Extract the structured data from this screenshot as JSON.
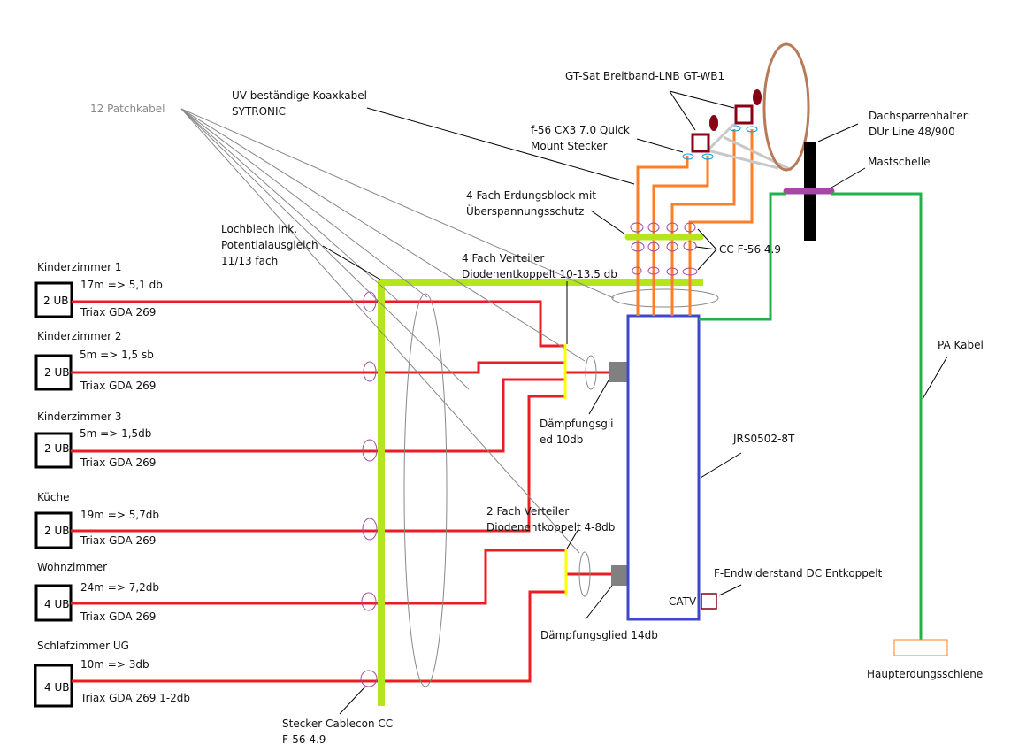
{
  "diagram_title": "SAT-Anlage Verkabelung",
  "colors": {
    "coax_room": "#ec1c24",
    "coax_lnb": "#ff7f27",
    "ground_bar": "#b5e61d",
    "multiswitch": "#3f48cc",
    "pa_cable": "#22b14c",
    "splitter": "#ffff00",
    "attenuator": "#808080",
    "connector": "#a349a4",
    "lnb": "#880015",
    "dish": "#b97a57",
    "mast": "#000000",
    "clamp": "#a349a4",
    "quick_mount": "#00a2e8",
    "main_ground": "#ff7f27"
  },
  "rooms": [
    {
      "name": "Kinderzimmer 1",
      "outlet": "2 UB",
      "cable_length_loss": "17m => 5,1 db",
      "socket": "Triax GDA 269"
    },
    {
      "name": "Kinderzimmer 2",
      "outlet": "2 UB",
      "cable_length_loss": "5m => 1,5 sb",
      "socket": "Triax GDA 269"
    },
    {
      "name": "Kinderzimmer 3",
      "outlet": "2 UB",
      "cable_length_loss": "5m => 1,5db",
      "socket": "Triax GDA 269"
    },
    {
      "name": "Küche",
      "outlet": "2 UB",
      "cable_length_loss": "19m => 5,7db",
      "socket": "Triax GDA 269"
    },
    {
      "name": "Wohnzimmer",
      "outlet": "4 UB",
      "cable_length_loss": "24m => 7,2db",
      "socket": "Triax GDA 269"
    },
    {
      "name": "Schlafzimmer UG",
      "outlet": "4 UB",
      "cable_length_loss": "10m => 3db",
      "socket": "Triax GDA 269 1-2db"
    }
  ],
  "labels": {
    "patch_cables": "12 Patchkabel",
    "uv_coax_line1": "UV beständige Koaxkabel",
    "uv_coax_line2": "SYTRONIC",
    "lnb": "GT-Sat Breitband-LNB GT-WB1",
    "quick_mount_line1": "f-56 CX3 7.0 Quick",
    "quick_mount_line2": "Mount Stecker",
    "rafter_holder_line1": "Dachsparrenhalter:",
    "rafter_holder_line2": "DUr Line 48/900",
    "mast_clamp": "Mastschelle",
    "ground_block_line1": "4 Fach Erdungsblock mit",
    "ground_block_line2": "Überspannungsschutz",
    "cc_connector": "CC F-56 4.9",
    "perforated_plate_line1": "Lochblech ink.",
    "perforated_plate_line2": "Potentialausgleich",
    "perforated_plate_line3": "11/13 fach",
    "splitter4_line1": "4 Fach Verteiler",
    "splitter4_line2": "Diodenentkoppelt 10-13.5 db",
    "attenuator10_line1": "Dämpfungsgli",
    "attenuator10_line2": "ed 10db",
    "multiswitch": "JRS0502-8T",
    "splitter2_line1": "2 Fach Verteiler",
    "splitter2_line2": "Diodenentkoppelt 4-8db",
    "attenuator14": "Dämpfungsglied 14db",
    "catv": "CATV",
    "terminator": "F-Endwiderstand DC Entkoppelt",
    "pa_cable": "PA Kabel",
    "main_ground": "Haupterdungsschiene",
    "cablecon_line1": "Stecker Cablecon CC",
    "cablecon_line2": "F-56 4.9"
  }
}
